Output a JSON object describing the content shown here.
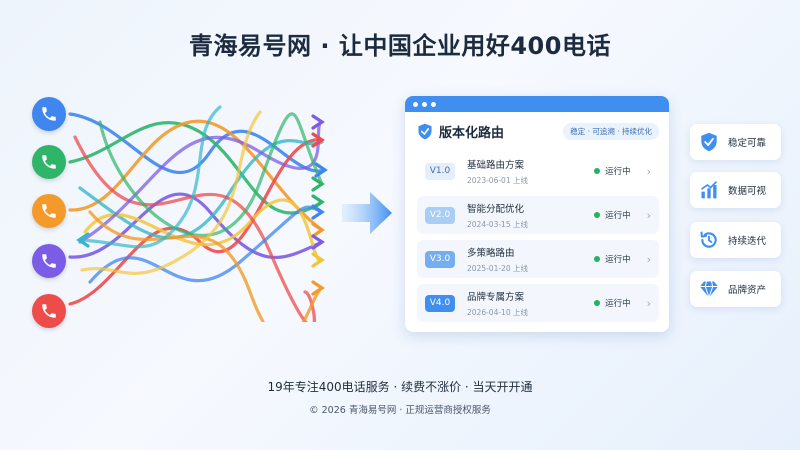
{
  "headline": "青海易号网 · 让中国企业用好400电话",
  "colors": {
    "brand_blue": "#3f8ef0",
    "status_green": "#22b35e",
    "phones": [
      "#3f86ef",
      "#2fb56a",
      "#f39a2b",
      "#7b5ce6",
      "#ee4b4b"
    ],
    "lines": [
      "#3f86ef",
      "#2fb56a",
      "#f39a2b",
      "#7b5ce6",
      "#ee4b4b",
      "#35b7c9",
      "#f3c53a"
    ]
  },
  "phones": [
    {
      "icon": "phone-icon"
    },
    {
      "icon": "phone-icon"
    },
    {
      "icon": "phone-icon"
    },
    {
      "icon": "phone-icon"
    },
    {
      "icon": "phone-icon"
    }
  ],
  "window": {
    "title": "版本化路由",
    "tagline": "稳定 · 可追溯 · 持续优化",
    "rows": [
      {
        "version": "V1.0",
        "name": "基础路由方案",
        "date": "2023-06-01 上线",
        "status": "运行中"
      },
      {
        "version": "V2.0",
        "name": "智能分配优化",
        "date": "2024-03-15 上线",
        "status": "运行中"
      },
      {
        "version": "V3.0",
        "name": "多策略路由",
        "date": "2025-01-20 上线",
        "status": "运行中"
      },
      {
        "version": "V4.0",
        "name": "品牌专属方案",
        "date": "2026-04-10 上线",
        "status": "运行中"
      }
    ]
  },
  "features": [
    {
      "label": "稳定可靠",
      "icon": "shield-check-icon"
    },
    {
      "label": "数据可视",
      "icon": "chart-icon"
    },
    {
      "label": "持续迭代",
      "icon": "history-icon"
    },
    {
      "label": "品牌资产",
      "icon": "diamond-icon"
    }
  ],
  "footer": {
    "line1": "19年专注400电话服务 · 续费不涨价 · 当天开开通",
    "line2": "© 2026 青海易号网 · 正规运营商授权服务"
  }
}
